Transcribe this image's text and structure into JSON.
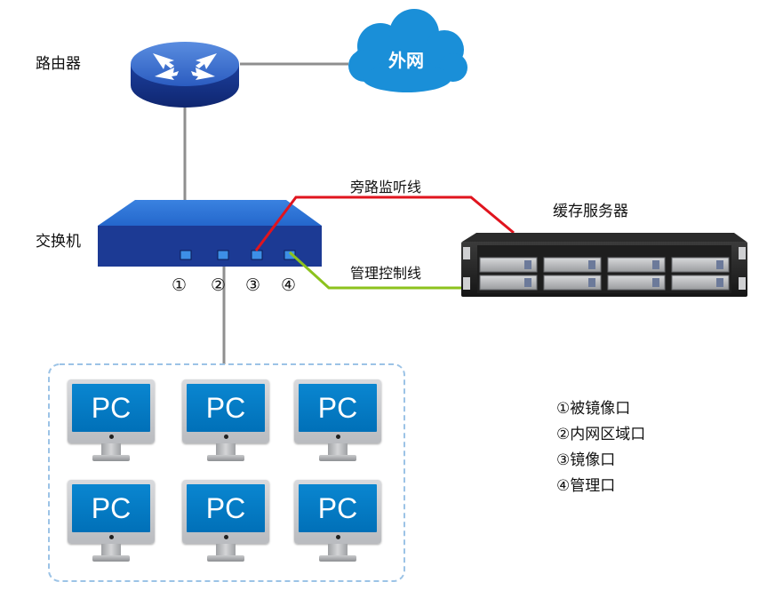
{
  "labels": {
    "router": "路由器",
    "internet": "外网",
    "switch": "交换机",
    "cache_server": "缓存服务器",
    "bypass_line": "旁路监听线",
    "mgmt_line": "管理控制线"
  },
  "ports": [
    "①",
    "②",
    "③",
    "④"
  ],
  "pcs": [
    "PC",
    "PC",
    "PC",
    "PC",
    "PC",
    "PC"
  ],
  "legend": [
    "①被镜像口",
    "②内网区域口",
    "③镜像口",
    "④管理口"
  ],
  "colors": {
    "bypass_line": "#e0141e",
    "mgmt_line": "#8cc21e",
    "cable": "#8f8f8f",
    "switch_blue": "#1c3a94",
    "cloud_blue": "#1a8fd8",
    "pc_screen": "#0a7cc6"
  }
}
